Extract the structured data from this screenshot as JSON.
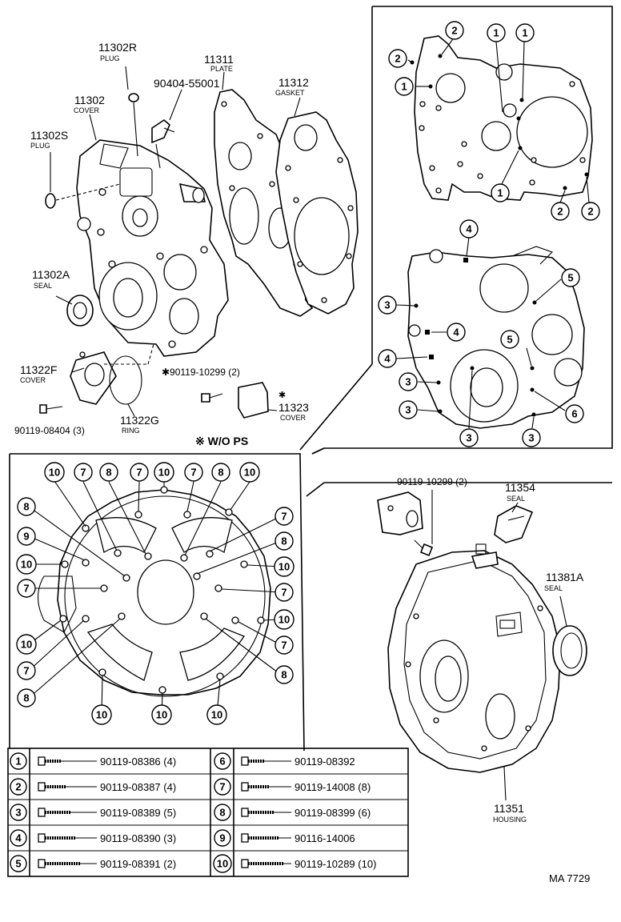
{
  "top_left": {
    "p11302R": {
      "num": "11302R",
      "name": "PLUG"
    },
    "p90404": {
      "num": "90404-55001"
    },
    "p11311": {
      "num": "11311",
      "name": "PLATE"
    },
    "p11312": {
      "num": "11312",
      "name": "GASKET"
    },
    "p11302": {
      "num": "11302",
      "name": "COVER"
    },
    "p11302S": {
      "num": "11302S",
      "name": "PLUG"
    },
    "p11302A": {
      "num": "11302A",
      "name": "SEAL"
    },
    "p11322F": {
      "num": "11322F",
      "name": "COVER"
    },
    "p90119_10299a": {
      "num": "✱90119-10299 (2)"
    },
    "p11322G": {
      "num": "11322G",
      "name": "RING"
    },
    "p90119_08404": {
      "num": "90119-08404 (3)"
    },
    "p11323": {
      "mark": "✱",
      "num": "11323",
      "name": "COVER"
    },
    "wo_ps": "※ W/O PS"
  },
  "top_right_callouts": {
    "c1": "1",
    "c2": "2",
    "c3": "3",
    "c4": "4",
    "c5": "5",
    "c6": "6"
  },
  "bottom_left_callouts": {
    "c7": "7",
    "c8": "8",
    "c9": "9",
    "c10": "10"
  },
  "bottom_right": {
    "p90119_10299b": {
      "num": "90119-10299 (2)"
    },
    "p11354": {
      "num": "11354",
      "name": "SEAL"
    },
    "p11381A": {
      "num": "11381A",
      "name": "SEAL"
    },
    "p11351": {
      "num": "11351",
      "name": "HOUSING"
    }
  },
  "bolt_table": [
    {
      "no": "1",
      "part": "90119-08386 (4)"
    },
    {
      "no": "2",
      "part": "90119-08387 (4)"
    },
    {
      "no": "3",
      "part": "90119-08389 (5)"
    },
    {
      "no": "4",
      "part": "90119-08390 (3)"
    },
    {
      "no": "5",
      "part": "90119-08391 (2)"
    },
    {
      "no": "6",
      "part": "90119-08392"
    },
    {
      "no": "7",
      "part": "90119-14008 (8)"
    },
    {
      "no": "8",
      "part": "90119-08399 (6)"
    },
    {
      "no": "9",
      "part": "90116-14006"
    },
    {
      "no": "10",
      "part": "90119-10289 (10)"
    }
  ],
  "diagram_code": "MA 7729"
}
